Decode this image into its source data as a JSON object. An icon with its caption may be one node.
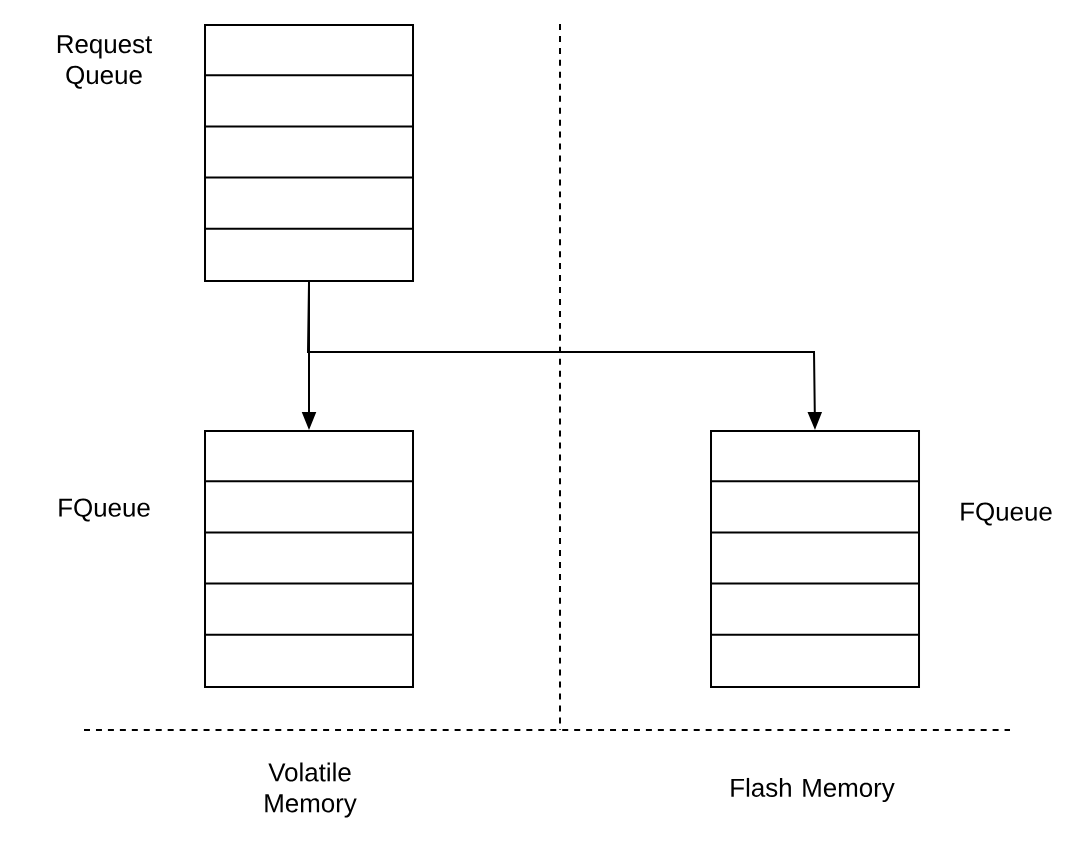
{
  "diagram": {
    "nodes": [
      {
        "text": [
          "Request Queue"
        ]
      },
      {
        "text": [
          "FQueue"
        ]
      },
      {
        "text": [
          "FQueue"
        ]
      }
    ],
    "edges": [
      {
        "from": 0,
        "to": 1,
        "arrow": "to"
      },
      {
        "from": 0,
        "to": 2,
        "arrow": "to"
      }
    ],
    "labels": [
      "Volatile Memory",
      "Flash Memory"
    ]
  }
}
